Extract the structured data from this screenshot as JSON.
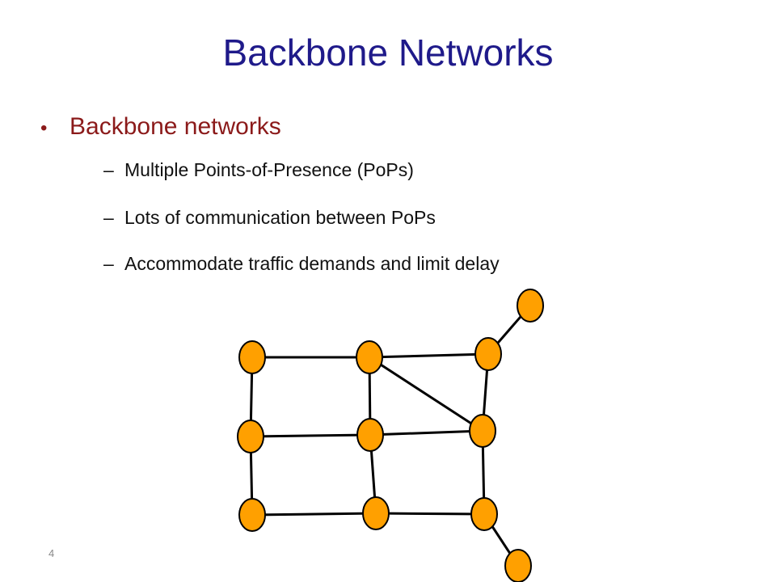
{
  "slide": {
    "title": "Backbone Networks",
    "bullet": "Backbone networks",
    "subbullets": [
      "Multiple Points-of-Presence (PoPs)",
      "Lots of communication between PoPs",
      "Accommodate traffic demands and limit delay"
    ],
    "dash": "–",
    "page_number": "4"
  },
  "colors": {
    "title": "#1f1a8a",
    "bullet": "#8b1a1a",
    "node_fill": "#ffa000",
    "edge": "#000000"
  },
  "diagram": {
    "nodes": [
      "n1",
      "n2",
      "n3",
      "n4",
      "n5",
      "n6",
      "n7",
      "n8",
      "n9",
      "n10",
      "n11"
    ],
    "edges": [
      [
        "n1",
        "n2"
      ],
      [
        "n2",
        "n3"
      ],
      [
        "n3",
        "n4"
      ],
      [
        "n1",
        "n5"
      ],
      [
        "n2",
        "n6"
      ],
      [
        "n3",
        "n7"
      ],
      [
        "n2",
        "n7"
      ],
      [
        "n5",
        "n6"
      ],
      [
        "n6",
        "n7"
      ],
      [
        "n5",
        "n8"
      ],
      [
        "n6",
        "n9"
      ],
      [
        "n7",
        "n10"
      ],
      [
        "n8",
        "n9"
      ],
      [
        "n9",
        "n10"
      ],
      [
        "n10",
        "n11"
      ]
    ]
  }
}
